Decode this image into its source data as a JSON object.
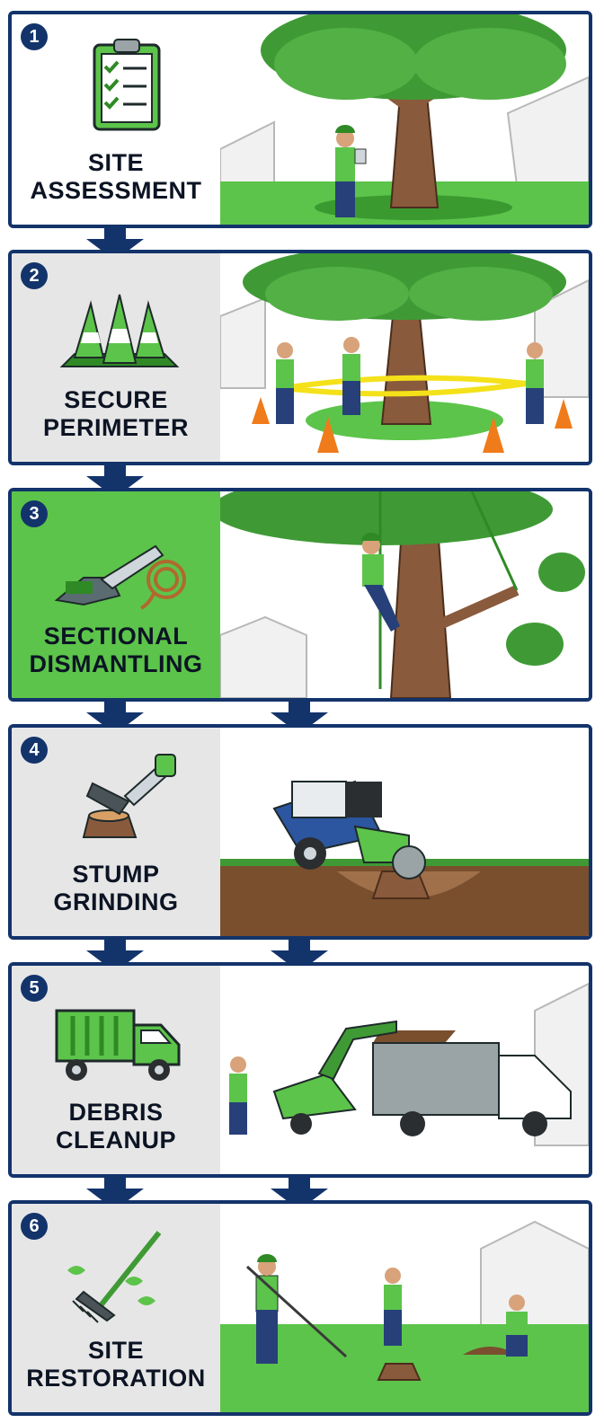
{
  "steps": [
    {
      "number": "1",
      "title_line1": "SITE",
      "title_line2": "ASSESSMENT"
    },
    {
      "number": "2",
      "title_line1": "SECURE",
      "title_line2": "PERIMETER"
    },
    {
      "number": "3",
      "title_line1": "SECTIONAL",
      "title_line2": "DISMANTLING"
    },
    {
      "number": "4",
      "title_line1": "STUMP",
      "title_line2": "GRINDING"
    },
    {
      "number": "5",
      "title_line1": "DEBRIS",
      "title_line2": "CLEANUP"
    },
    {
      "number": "6",
      "title_line1": "SITE",
      "title_line2": "RESTORATION"
    }
  ],
  "colors": {
    "navy": "#13336b",
    "green": "#5cc44a",
    "grey_panel": "#e6e6e6",
    "tree_green": "#3f9a35",
    "trunk": "#8a5a3c",
    "soil": "#7a4f2e",
    "cone": "#f07b1a",
    "tape": "#f4e11a"
  },
  "icons": [
    "clipboard-checklist-icon",
    "traffic-cones-icon",
    "chainsaw-rope-icon",
    "stump-grinder-icon",
    "dump-truck-icon",
    "rake-leaves-icon"
  ]
}
